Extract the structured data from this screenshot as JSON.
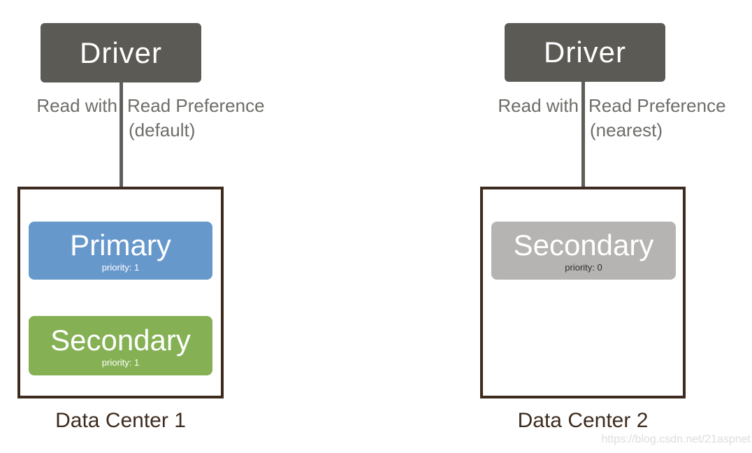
{
  "colors": {
    "driver_bg": "#5b5a55",
    "driver_text": "#ffffff",
    "primary_bg": "#6798cc",
    "secondary_bg": "#85b154",
    "secondary_inactive_bg": "#b5b4b2",
    "node_text": "#ffffff",
    "priority_dark_text": "#2f2f2f",
    "dc_border": "#3d2b1f",
    "dc_label_color": "#3d2b1f",
    "arrow_color": "#5f5e5a",
    "read_label_color": "#6e6d69",
    "watermark_color": "#e0e0e0"
  },
  "left": {
    "driver_label": "Driver",
    "read_with": "Read with",
    "read_preference": "Read Preference",
    "read_mode": "(default)",
    "nodes": [
      {
        "label": "Primary",
        "priority": "priority: 1"
      },
      {
        "label": "Secondary",
        "priority": "priority: 1"
      }
    ],
    "dc_label": "Data Center 1"
  },
  "right": {
    "driver_label": "Driver",
    "read_with": "Read with",
    "read_preference": "Read Preference",
    "read_mode": "(nearest)",
    "nodes": [
      {
        "label": "Secondary",
        "priority": "priority: 0"
      }
    ],
    "dc_label": "Data Center 2"
  },
  "watermark": "https://blog.csdn.net/21aspnet"
}
